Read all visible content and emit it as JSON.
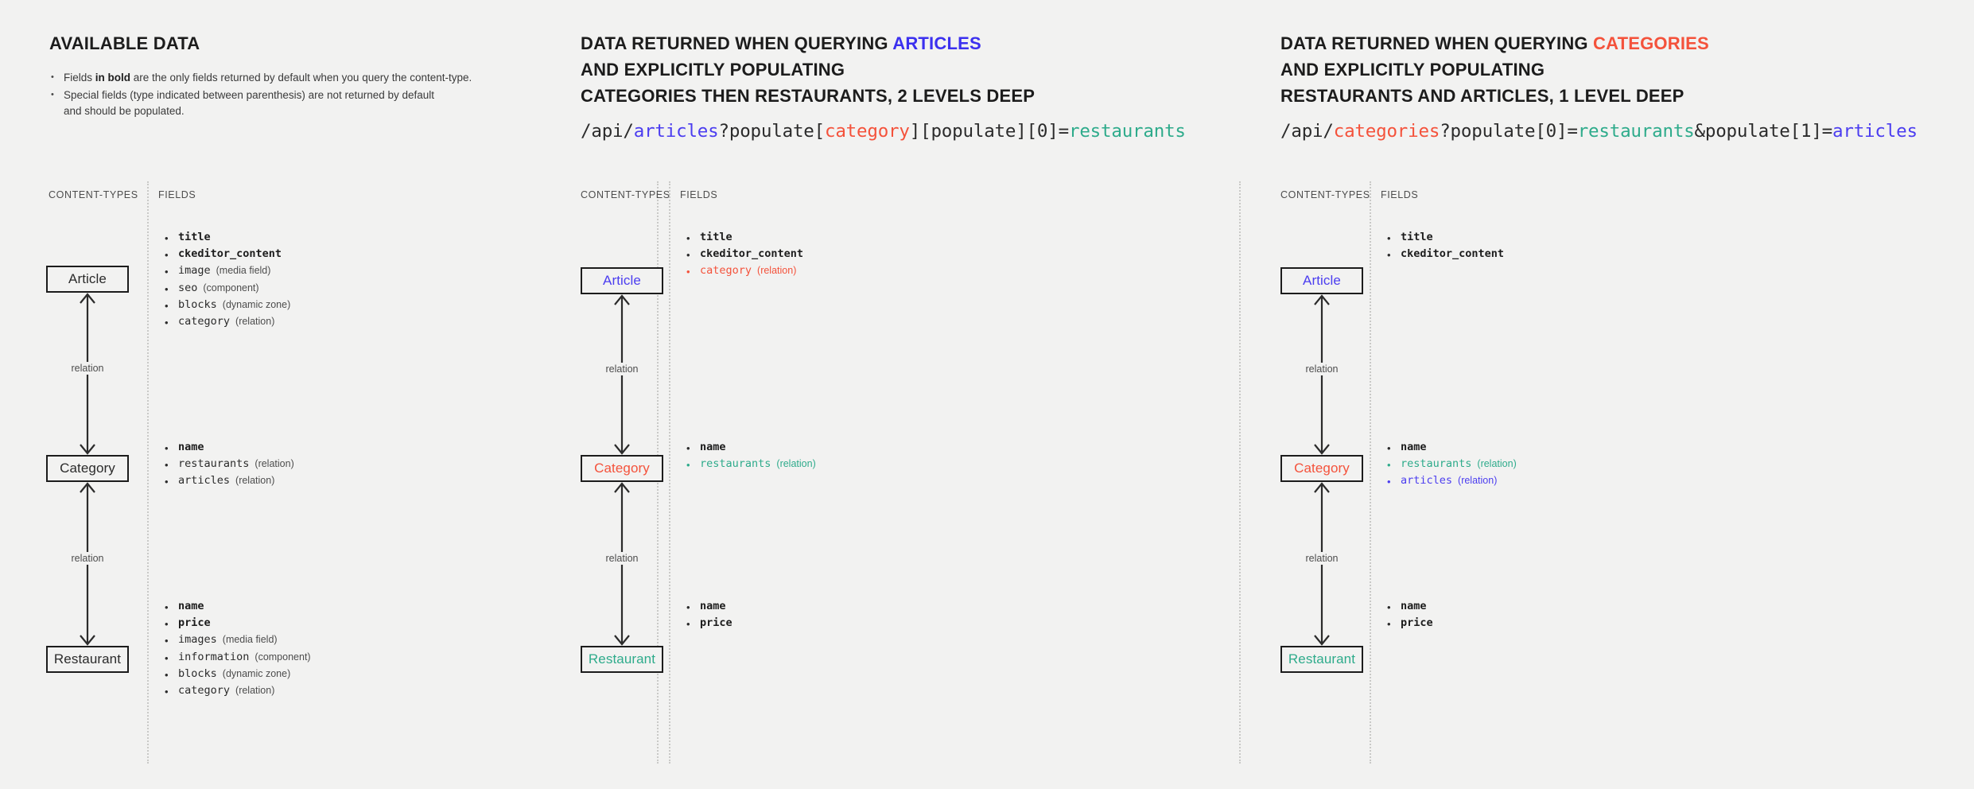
{
  "colors": {
    "background": "#f2f2f1",
    "text": "#2b2b2b",
    "blue": "#4b3df0",
    "red": "#f4523b",
    "green": "#2eab8b",
    "divider": "#c9c9c7"
  },
  "columns": [
    {
      "id": "available-data",
      "heading_lines": [
        "AVAILABLE DATA"
      ],
      "notes": [
        {
          "prefix": "Fields ",
          "bold": "in bold",
          "suffix": " are the only fields returned by default when you query the content-type."
        },
        {
          "prefix": "Special fields (type indicated between parenthesis) are not returned by default",
          "bold": "",
          "suffix": ""
        },
        {
          "prefix": "and should be populated.",
          "bold": "",
          "suffix": "",
          "continuation": true
        }
      ],
      "sublabels": {
        "content_types": "CONTENT-TYPES",
        "fields": "FIELDS"
      },
      "nodes": [
        {
          "label": "Article",
          "color": "default"
        },
        {
          "label": "Category",
          "color": "default"
        },
        {
          "label": "Restaurant",
          "color": "default"
        }
      ],
      "connectors": [
        {
          "label": "relation"
        },
        {
          "label": "relation"
        }
      ],
      "field_groups": [
        {
          "for": "Article",
          "fields": [
            {
              "name": "title",
              "type": "",
              "bold": true,
              "color": "default"
            },
            {
              "name": "ckeditor_content",
              "type": "",
              "bold": true,
              "color": "default"
            },
            {
              "name": "image",
              "type": "(media field)",
              "bold": false,
              "color": "default"
            },
            {
              "name": "seo",
              "type": "(component)",
              "bold": false,
              "color": "default"
            },
            {
              "name": "blocks",
              "type": "(dynamic zone)",
              "bold": false,
              "color": "default"
            },
            {
              "name": "category",
              "type": "(relation)",
              "bold": false,
              "color": "default"
            }
          ]
        },
        {
          "for": "Category",
          "fields": [
            {
              "name": "name",
              "type": "",
              "bold": true,
              "color": "default"
            },
            {
              "name": "restaurants",
              "type": "(relation)",
              "bold": false,
              "color": "default"
            },
            {
              "name": "articles",
              "type": "(relation)",
              "bold": false,
              "color": "default"
            }
          ]
        },
        {
          "for": "Restaurant",
          "fields": [
            {
              "name": "name",
              "type": "",
              "bold": true,
              "color": "default"
            },
            {
              "name": "price",
              "type": "",
              "bold": true,
              "color": "default"
            },
            {
              "name": "images",
              "type": "(media field)",
              "bold": false,
              "color": "default"
            },
            {
              "name": "information",
              "type": "(component)",
              "bold": false,
              "color": "default"
            },
            {
              "name": "blocks",
              "type": "(dynamic zone)",
              "bold": false,
              "color": "default"
            },
            {
              "name": "category",
              "type": "(relation)",
              "bold": false,
              "color": "default"
            }
          ]
        }
      ]
    },
    {
      "id": "query-articles",
      "heading_lines": [
        {
          "text": "DATA RETURNED WHEN QUERYING ",
          "accent": "ARTICLES",
          "accent_color": "blue"
        },
        {
          "text": "AND EXPLICITLY POPULATING",
          "accent": "",
          "accent_color": ""
        },
        {
          "text": "CATEGORIES THEN RESTAURANTS, 2 LEVELS DEEP",
          "accent": "",
          "accent_color": ""
        }
      ],
      "url_tokens": [
        {
          "t": "/api/",
          "c": "default"
        },
        {
          "t": "articles",
          "c": "blue"
        },
        {
          "t": "?populate[",
          "c": "default"
        },
        {
          "t": "category",
          "c": "red"
        },
        {
          "t": "][populate][0]=",
          "c": "default"
        },
        {
          "t": "restaurants",
          "c": "green"
        }
      ],
      "sublabels": {
        "content_types": "CONTENT-TYPES",
        "fields": "FIELDS"
      },
      "nodes": [
        {
          "label": "Article",
          "color": "blue"
        },
        {
          "label": "Category",
          "color": "red"
        },
        {
          "label": "Restaurant",
          "color": "green"
        }
      ],
      "connectors": [
        {
          "label": "relation"
        },
        {
          "label": "relation"
        }
      ],
      "field_groups": [
        {
          "for": "Article",
          "fields": [
            {
              "name": "title",
              "type": "",
              "bold": true,
              "color": "default"
            },
            {
              "name": "ckeditor_content",
              "type": "",
              "bold": true,
              "color": "default"
            },
            {
              "name": "category",
              "type": "(relation)",
              "bold": false,
              "color": "red"
            }
          ]
        },
        {
          "for": "Category",
          "fields": [
            {
              "name": "name",
              "type": "",
              "bold": true,
              "color": "default"
            },
            {
              "name": "restaurants",
              "type": "(relation)",
              "bold": false,
              "color": "green"
            }
          ]
        },
        {
          "for": "Restaurant",
          "fields": [
            {
              "name": "name",
              "type": "",
              "bold": true,
              "color": "default"
            },
            {
              "name": "price",
              "type": "",
              "bold": true,
              "color": "default"
            }
          ]
        }
      ]
    },
    {
      "id": "query-categories",
      "heading_lines": [
        {
          "text": "DATA RETURNED WHEN QUERYING ",
          "accent": "CATEGORIES",
          "accent_color": "red"
        },
        {
          "text": "AND EXPLICITLY POPULATING",
          "accent": "",
          "accent_color": ""
        },
        {
          "text": "RESTAURANTS AND ARTICLES, 1 LEVEL DEEP",
          "accent": "",
          "accent_color": ""
        }
      ],
      "url_tokens": [
        {
          "t": "/api/",
          "c": "default"
        },
        {
          "t": "categories",
          "c": "red"
        },
        {
          "t": "?populate[0]=",
          "c": "default"
        },
        {
          "t": "restaurants",
          "c": "green"
        },
        {
          "t": "&populate[1]=",
          "c": "default"
        },
        {
          "t": "articles",
          "c": "blue"
        }
      ],
      "sublabels": {
        "content_types": "CONTENT-TYPES",
        "fields": "FIELDS"
      },
      "nodes": [
        {
          "label": "Article",
          "color": "blue"
        },
        {
          "label": "Category",
          "color": "red"
        },
        {
          "label": "Restaurant",
          "color": "green"
        }
      ],
      "connectors": [
        {
          "label": "relation"
        },
        {
          "label": "relation"
        }
      ],
      "field_groups": [
        {
          "for": "Article",
          "fields": [
            {
              "name": "title",
              "type": "",
              "bold": true,
              "color": "default"
            },
            {
              "name": "ckeditor_content",
              "type": "",
              "bold": true,
              "color": "default"
            }
          ]
        },
        {
          "for": "Category",
          "fields": [
            {
              "name": "name",
              "type": "",
              "bold": true,
              "color": "default"
            },
            {
              "name": "restaurants",
              "type": "(relation)",
              "bold": false,
              "color": "green"
            },
            {
              "name": "articles",
              "type": "(relation)",
              "bold": false,
              "color": "blue"
            }
          ]
        },
        {
          "for": "Restaurant",
          "fields": [
            {
              "name": "name",
              "type": "",
              "bold": true,
              "color": "default"
            },
            {
              "name": "price",
              "type": "",
              "bold": true,
              "color": "default"
            }
          ]
        }
      ]
    }
  ]
}
